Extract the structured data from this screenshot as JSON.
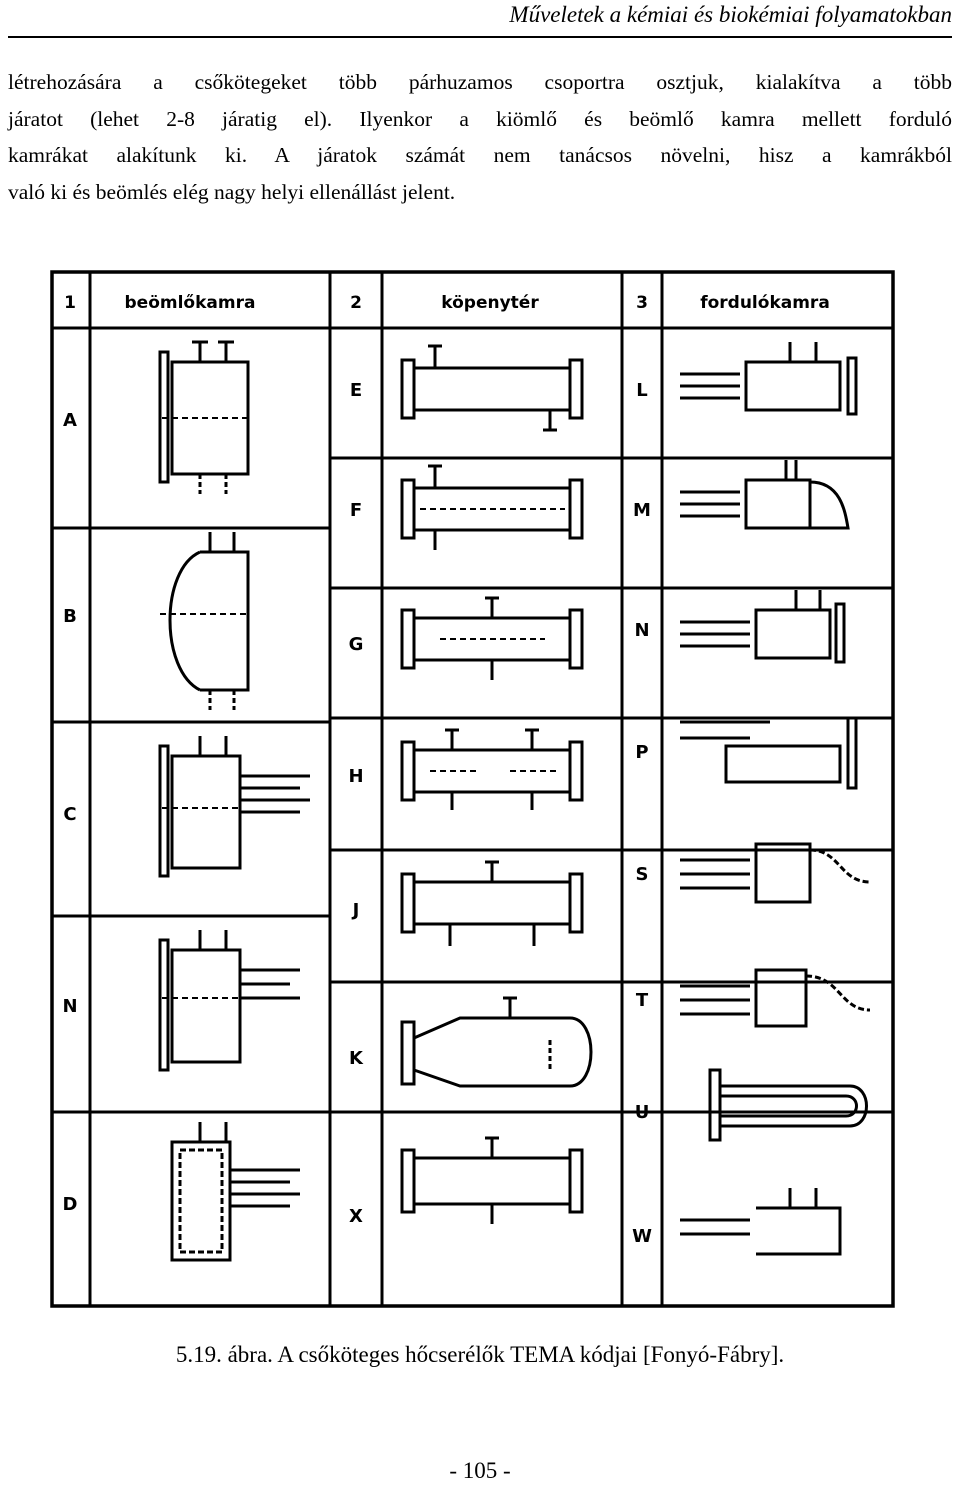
{
  "header": {
    "running_title": "Műveletek a kémiai és biokémiai folyamatokban"
  },
  "body": {
    "lines": [
      "létrehozására a csőkötegeket több párhuzamos csoportra osztjuk, kialakítva a több",
      "járatot (lehet 2-8 járatig el). Ilyenkor a kiömlő és beömlő kamra mellett forduló",
      "kamrákat alakítunk ki. A járatok számát nem tanácsos növelni, hisz a kamrákból",
      "való ki és beömlés elég nagy helyi ellenállást jelent."
    ]
  },
  "figure": {
    "columns": [
      {
        "number": "1",
        "title": "beömlőkamra"
      },
      {
        "number": "2",
        "title": "köpenytér"
      },
      {
        "number": "3",
        "title": "fordulókamra"
      }
    ],
    "col1_codes": [
      "A",
      "B",
      "C",
      "N",
      "D"
    ],
    "col2_codes": [
      "E",
      "F",
      "G",
      "H",
      "J",
      "K",
      "X"
    ],
    "col3_codes": [
      "L",
      "M",
      "N",
      "P",
      "S",
      "T",
      "U",
      "W"
    ]
  },
  "caption": "5.19. ábra. A csőköteges hőcserélők TEMA kódjai [Fonyó-Fábry].",
  "page_number": "- 105 -"
}
